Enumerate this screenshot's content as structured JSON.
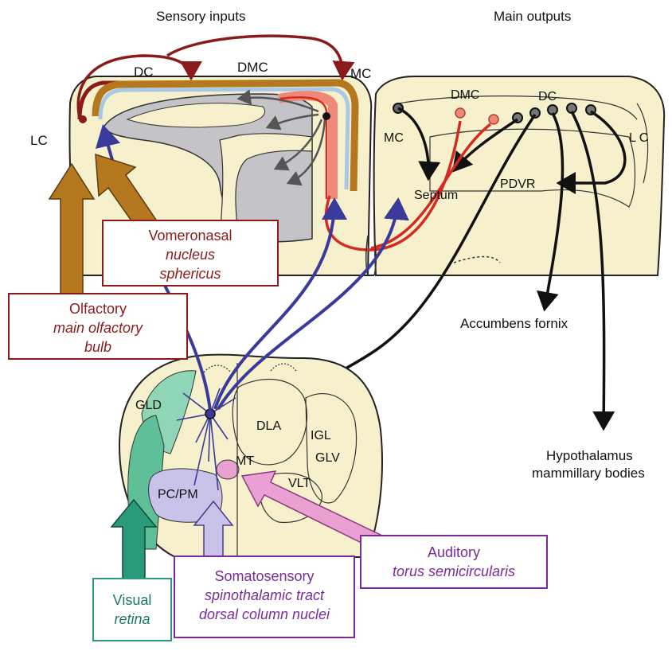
{
  "headers": {
    "sensory_inputs": "Sensory inputs",
    "main_outputs": "Main outputs"
  },
  "left_section": {
    "lc": "LC",
    "dc": "DC",
    "dmc": "DMC",
    "mc": "MC"
  },
  "right_section": {
    "dmc": "DMC",
    "dc": "DC",
    "mc": "MC",
    "lc": "L C",
    "septum": "Septum",
    "pdvr": "PDVR"
  },
  "outputs": {
    "accumbens": "Accumbens fornix",
    "hypothalamus_1": "Hypothalamus",
    "hypothalamus_2": "mammillary bodies"
  },
  "thalamus": {
    "gld": "GLD",
    "dla": "DLA",
    "igl": "IGL",
    "glv": "GLV",
    "mt": "MT",
    "vlt": "VLT",
    "pcpm": "PC/PM"
  },
  "inputs": {
    "vomeronasal": {
      "title": "Vomeronasal",
      "line1": "nucleus",
      "line2": "sphericus"
    },
    "olfactory": {
      "title": "Olfactory",
      "line1": "main olfactory",
      "line2": "bulb"
    },
    "visual": {
      "title": "Visual",
      "line1": "retina"
    },
    "somatosensory": {
      "title": "Somatosensory",
      "line1": "spinothalamic tract",
      "line2": "dorsal column nuclei"
    },
    "auditory": {
      "title": "Auditory",
      "line1": "torus semicircularis"
    }
  },
  "colors": {
    "olfactory_brown": "#b5781e",
    "dark_red": "#8b1a1a",
    "pathway_blue": "#3a3a9a",
    "red_path": "#d42a22",
    "salmon": "#f08878",
    "light_blue": "#a9c8e8",
    "gray_region": "#c4c4c8",
    "tissue": "#f7f0cc",
    "visual_teal": "#2a9a7a",
    "gld_green": "#8fd6b6",
    "soma_lavender": "#c9c3ea",
    "auditory_pink": "#eaa0d2",
    "purple_text": "#7a2a9a"
  }
}
